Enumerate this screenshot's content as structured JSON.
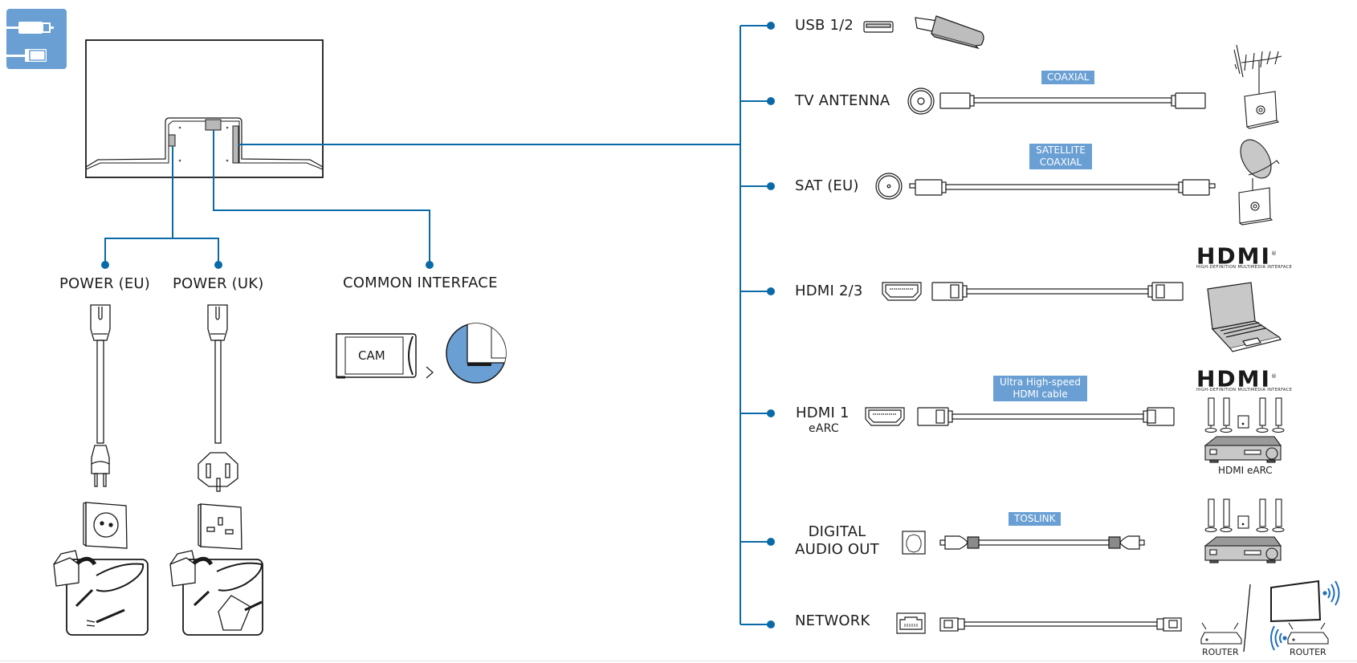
{
  "colors": {
    "accent": "#0a6aa8",
    "tag_bg": "#6a9fd4",
    "icon_bg": "#6a9fd4",
    "device_fill": "#c8c8c8",
    "line": "#1a1a1a"
  },
  "header_icon": {
    "name": "connections-icon"
  },
  "tv": {
    "name": "tv-back-panel"
  },
  "left_ports": [
    {
      "id": "power-eu",
      "label": "POWER (EU)"
    },
    {
      "id": "power-uk",
      "label": "POWER (UK)"
    },
    {
      "id": "common-interface",
      "label": "COMMON INTERFACE"
    }
  ],
  "cam": {
    "label": "CAM",
    "arrow": ">"
  },
  "right_ports": [
    {
      "id": "usb",
      "label": "USB 1/2",
      "sublabel": ""
    },
    {
      "id": "tv-antenna",
      "label": "TV ANTENNA",
      "sublabel": "",
      "cable_tag": "COAXIAL"
    },
    {
      "id": "sat",
      "label": "SAT (EU)",
      "sublabel": "",
      "cable_tag_line1": "SATELLITE",
      "cable_tag_line2": "COAXIAL"
    },
    {
      "id": "hdmi-23",
      "label": "HDMI 2/3",
      "sublabel": ""
    },
    {
      "id": "hdmi-1",
      "label": "HDMI 1",
      "sublabel": "eARC",
      "cable_tag_line1": "Ultra High-speed",
      "cable_tag_line2": "HDMI cable"
    },
    {
      "id": "digital-audio-out",
      "label_line1": "DIGITAL",
      "label_line2": "AUDIO OUT",
      "cable_tag": "TOSLINK"
    },
    {
      "id": "network",
      "label": "NETWORK"
    }
  ],
  "devices": {
    "hdmi_logo": "HDMI",
    "hdmi_logo_registered": "®",
    "hdmi_logo_sub": "HIGH-DEFINITION MULTIMEDIA INTERFACE",
    "earc_caption": "HDMI eARC",
    "router_left": "ROUTER",
    "router_right": "ROUTER"
  }
}
